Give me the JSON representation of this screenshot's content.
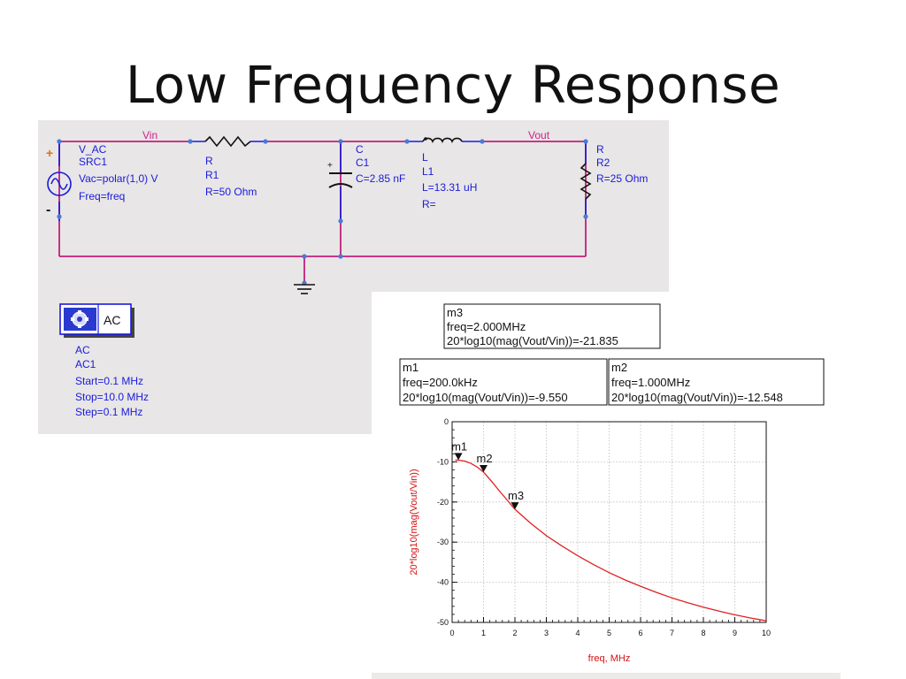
{
  "title": "Low Frequency Response",
  "schematic": {
    "net_vin": "Vin",
    "net_vout": "Vout",
    "source": {
      "type": "V_AC",
      "name": "SRC1",
      "vac": "Vac=polar(1,0) V",
      "freq": "Freq=freq",
      "plus": "+",
      "minus": "-"
    },
    "r1": {
      "type": "R",
      "name": "R1",
      "value": "R=50 Ohm"
    },
    "c1": {
      "type": "C",
      "name": "C1",
      "value": "C=2.85 nF"
    },
    "l1": {
      "type": "L",
      "name": "L1",
      "value": "L=13.31 uH",
      "r": "R="
    },
    "r2": {
      "type": "R",
      "name": "R2",
      "value": "R=25 Ohm"
    }
  },
  "ac_sim": {
    "button_label": "AC",
    "type": "AC",
    "name": "AC1",
    "start": "Start=0.1 MHz",
    "stop": "Stop=10.0 MHz",
    "step": "Step=0.1 MHz"
  },
  "markers": [
    {
      "name": "m1",
      "freq_text": "freq=200.0kHz",
      "value_text": "20*log10(mag(Vout/Vin))=-9.550"
    },
    {
      "name": "m2",
      "freq_text": "freq=1.000MHz",
      "value_text": "20*log10(mag(Vout/Vin))=-12.548"
    },
    {
      "name": "m3",
      "freq_text": "freq=2.000MHz",
      "value_text": "20*log10(mag(Vout/Vin))=-21.835"
    }
  ],
  "chart_data": {
    "type": "line",
    "xlabel": "freq, MHz",
    "ylabel": "20*log10(mag(Vout/Vin))",
    "xlim": [
      0,
      10
    ],
    "ylim": [
      -50,
      0
    ],
    "x_ticks": [
      "0",
      "1",
      "2",
      "3",
      "4",
      "5",
      "6",
      "7",
      "8",
      "9",
      "10"
    ],
    "y_ticks": [
      "0",
      "-10",
      "-20",
      "-30",
      "-40",
      "-50"
    ],
    "grid": true,
    "line_color": "#e02020",
    "series": [
      {
        "x": [
          0.1,
          0.2,
          0.4,
          0.6,
          0.8,
          1.0,
          1.25,
          1.5,
          1.75,
          2.0,
          2.5,
          3.0,
          3.5,
          4.0,
          4.5,
          5.0,
          5.5,
          6.0,
          6.5,
          7.0,
          7.5,
          8.0,
          8.5,
          9.0,
          9.5,
          10.0
        ],
        "y": [
          -9.55,
          -9.55,
          -9.8,
          -10.4,
          -11.3,
          -12.55,
          -14.8,
          -17.2,
          -19.5,
          -21.8,
          -25.3,
          -28.4,
          -31.0,
          -33.4,
          -35.6,
          -37.6,
          -39.4,
          -41.0,
          -42.5,
          -43.9,
          -45.1,
          -46.2,
          -47.2,
          -48.1,
          -48.9,
          -49.6
        ]
      }
    ],
    "marker_points": [
      {
        "label": "m1",
        "x": 0.2,
        "y": -9.55
      },
      {
        "label": "m2",
        "x": 1.0,
        "y": -12.548
      },
      {
        "label": "m3",
        "x": 2.0,
        "y": -21.835
      }
    ]
  }
}
